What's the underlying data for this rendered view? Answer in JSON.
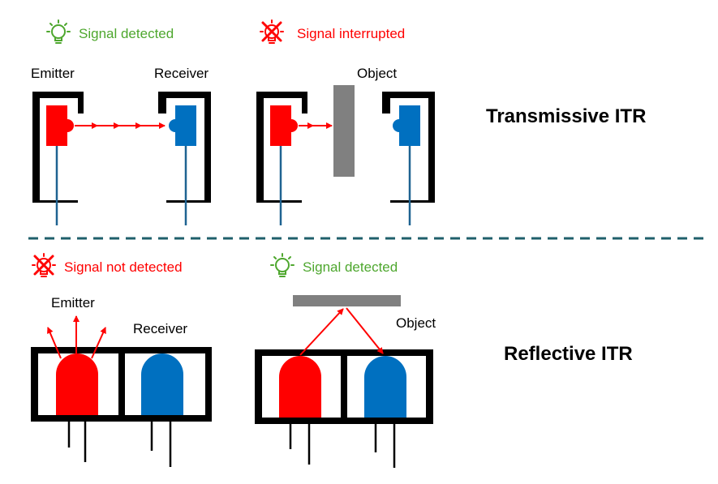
{
  "colors": {
    "emitter": "#ff0000",
    "receiver": "#0070c0",
    "ok": "#4ea72e",
    "bad": "#ff0000",
    "object": "#808080",
    "lead": "#1f6391",
    "divider": "#1f5f6b"
  },
  "transmissive": {
    "title": "Transmissive ITR",
    "ok_status": "Signal detected",
    "bad_status": "Signal interrupted",
    "emitter_label": "Emitter",
    "receiver_label": "Receiver",
    "object_label": "Object"
  },
  "reflective": {
    "title": "Reflective ITR",
    "bad_status": "Signal not detected",
    "ok_status": "Signal detected",
    "emitter_label": "Emitter",
    "receiver_label": "Receiver",
    "object_label": "Object"
  },
  "icons": {
    "ok": "lightbulb-on-icon",
    "bad": "lightbulb-off-icon"
  }
}
